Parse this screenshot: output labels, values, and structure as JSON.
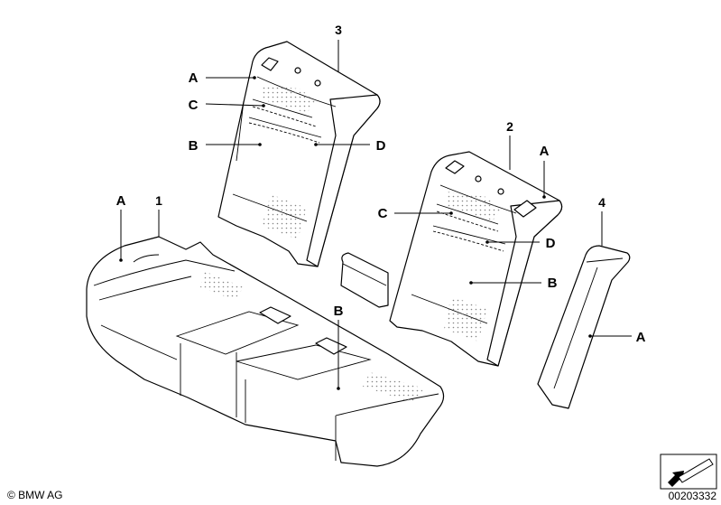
{
  "callouts": {
    "part_1": "1",
    "part_2": "2",
    "part_3": "3",
    "part_4": "4",
    "a_seat": "A",
    "b_seat": "B",
    "a_back3": "A",
    "c_back3": "C",
    "b_back3": "B",
    "d_back3": "D",
    "a_back2": "A",
    "c_back2": "C",
    "d_back2": "D",
    "b_back2": "B",
    "a_side4": "A"
  },
  "footer": {
    "copyright": "© BMW AG",
    "diagram_number": "00203332"
  }
}
